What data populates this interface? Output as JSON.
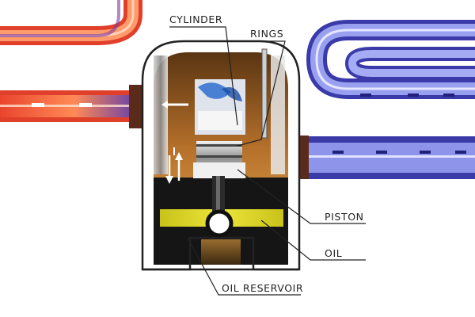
{
  "labels": {
    "cylinder": "CYLINDER",
    "rings": "RINGS",
    "piston": "PISTON",
    "oil": "OIL",
    "oil_reservoir": "OIL RESERVOIR"
  },
  "colors": {
    "hot_pipe": "#ff7a45",
    "hot_pipe_dark": "#e0402a",
    "cold_pipe": "#8e94ea",
    "cold_pipe_dark": "#3a3aa8",
    "housing_outline": "#222222",
    "oil": "#e6dd22",
    "piston": "#9a9a9a",
    "reservoir": "#151515",
    "cylinder_interior": "#a8651f"
  },
  "icons": {
    "left_flow_arrows": "arrow-left-icon",
    "vertical_flow_arrows": "arrow-up-down-icon"
  }
}
